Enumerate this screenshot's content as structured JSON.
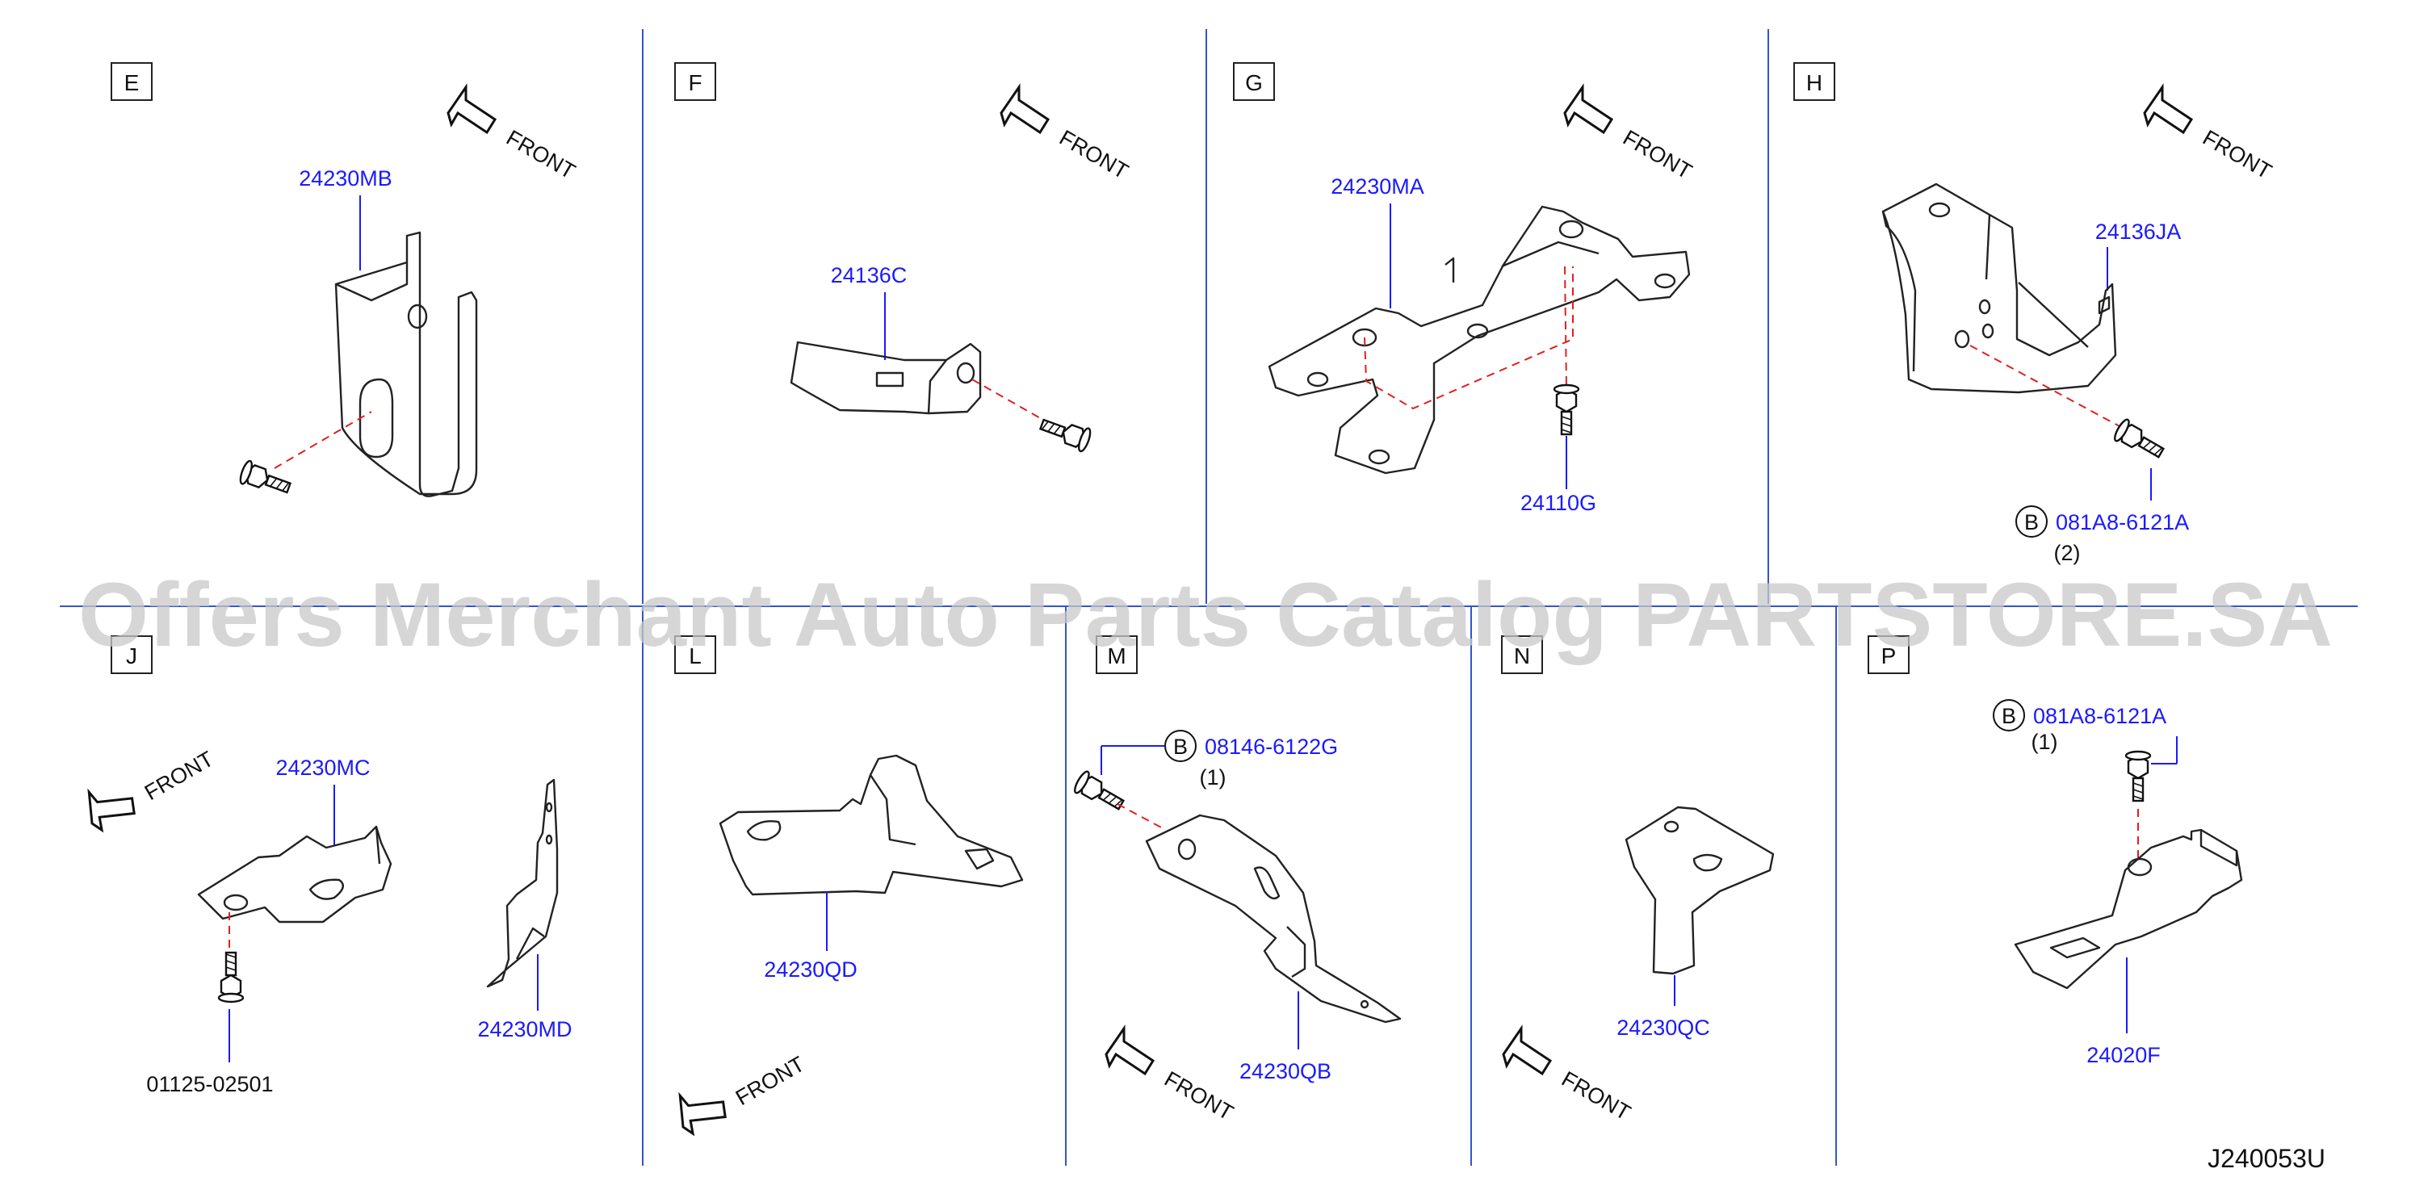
{
  "sections": {
    "E": {
      "letter": "E",
      "front": "FRONT",
      "parts": [
        "24230MB"
      ]
    },
    "F": {
      "letter": "F",
      "front": "FRONT",
      "parts": [
        "24136C"
      ]
    },
    "G": {
      "letter": "G",
      "front": "FRONT",
      "parts": [
        "24230MA",
        "24110G"
      ]
    },
    "H": {
      "letter": "H",
      "front": "FRONT",
      "parts": [
        "24136JA",
        "081A8-6121A"
      ],
      "qty": "(2)",
      "callout": "B"
    },
    "J": {
      "letter": "J",
      "front": "FRONT",
      "parts": [
        "24230MC",
        "24230MD"
      ],
      "bolt": "01125-02501"
    },
    "L": {
      "letter": "L",
      "front": "FRONT",
      "parts": [
        "24230QD"
      ]
    },
    "M": {
      "letter": "M",
      "front": "FRONT",
      "parts": [
        "08146-6122G",
        "24230QB"
      ],
      "qty": "(1)",
      "callout": "B"
    },
    "N": {
      "letter": "N",
      "front": "FRONT",
      "parts": [
        "24230QC"
      ]
    },
    "P": {
      "letter": "P",
      "parts": [
        "081A8-6121A",
        "24020F"
      ],
      "qty": "(1)",
      "callout": "B"
    }
  },
  "watermark": "Offers Merchant Auto Parts Catalog PARTSTORE.SA",
  "diagram_code": "J240053U",
  "colors": {
    "part_number": "#1a1aff",
    "divider": "#3355cc",
    "dashed_line": "#e02020"
  }
}
